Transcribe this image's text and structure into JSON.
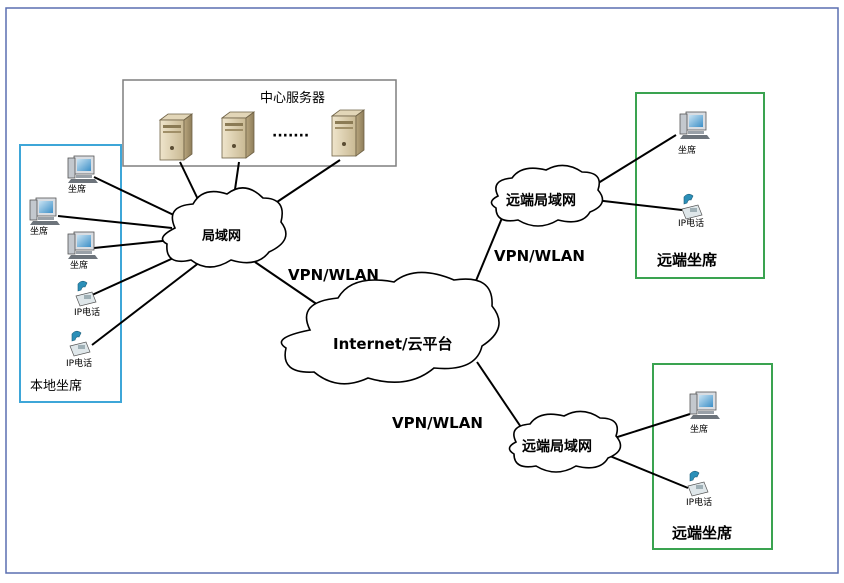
{
  "server_group": {
    "label": "中心服务器",
    "ellipsis": "·······"
  },
  "local_group": {
    "label": "本地坐席",
    "seat_label": "坐席",
    "phone_label": "IP电话"
  },
  "remote_groups": [
    {
      "label": "远端坐席",
      "seat_label": "坐席",
      "phone_label": "IP电话"
    },
    {
      "label": "远端坐席",
      "seat_label": "坐席",
      "phone_label": "IP电话"
    }
  ],
  "clouds": {
    "lan": "局域网",
    "internet": "Internet/云平台",
    "remote_lan_1": "远端局域网",
    "remote_lan_2": "远端局域网"
  },
  "links": {
    "lan_to_internet": "VPN/WLAN",
    "internet_to_remote_1": "VPN/WLAN",
    "internet_to_remote_2": "VPN/WLAN"
  },
  "colors": {
    "local_border": "#3ea6d8",
    "remote_border": "#3aa350",
    "server_border": "#7f7f7f",
    "frame_border": "#5a6fb0"
  }
}
